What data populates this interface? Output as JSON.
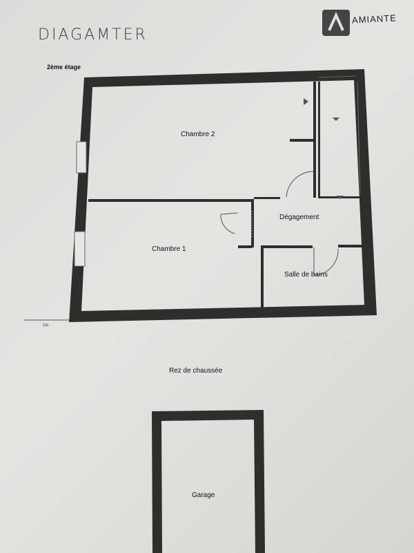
{
  "header": {
    "brand": "DIAGAMTER",
    "partner_logo": "AMIANTE"
  },
  "floors": [
    {
      "title": "2ème étage",
      "rooms": [
        "Chambre 2",
        "Chambre 1",
        "Dégagement",
        "Salle de bains"
      ],
      "scale_label": "1m"
    },
    {
      "title": "Rez de chaussée",
      "rooms": [
        "Garage"
      ]
    }
  ],
  "colors": {
    "wall": "#2e2e2c",
    "paper": "#e0e0dd"
  }
}
